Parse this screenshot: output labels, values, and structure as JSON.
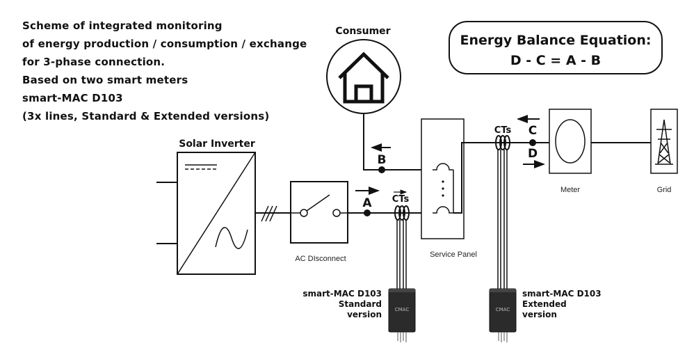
{
  "description": [
    "Scheme of integrated monitoring",
    "of energy production / consumption / exchange",
    "for 3-phase connection.",
    "Based on two smart meters",
    "smart-MAC D103",
    "(3x lines, Standard & Extended versions)"
  ],
  "equation": {
    "title": "Energy Balance Equation:",
    "formula": "D - C = A - B"
  },
  "labels": {
    "consumer": "Consumer",
    "solar_inverter": "Solar Inverter",
    "ac_disconnect": "AC DIsconnect",
    "service_panel": "Service Panel",
    "meter": "Meter",
    "grid": "Grid",
    "cts_1": "CTs",
    "cts_2": "CTs",
    "point_a": "A",
    "point_b": "B",
    "point_c": "C",
    "point_d": "D",
    "device_logo": "CMAC"
  },
  "devices": {
    "standard": [
      "smart-MAC D103",
      "Standard",
      "version"
    ],
    "extended": [
      "smart-MAC D103",
      "Extended",
      "version"
    ]
  }
}
